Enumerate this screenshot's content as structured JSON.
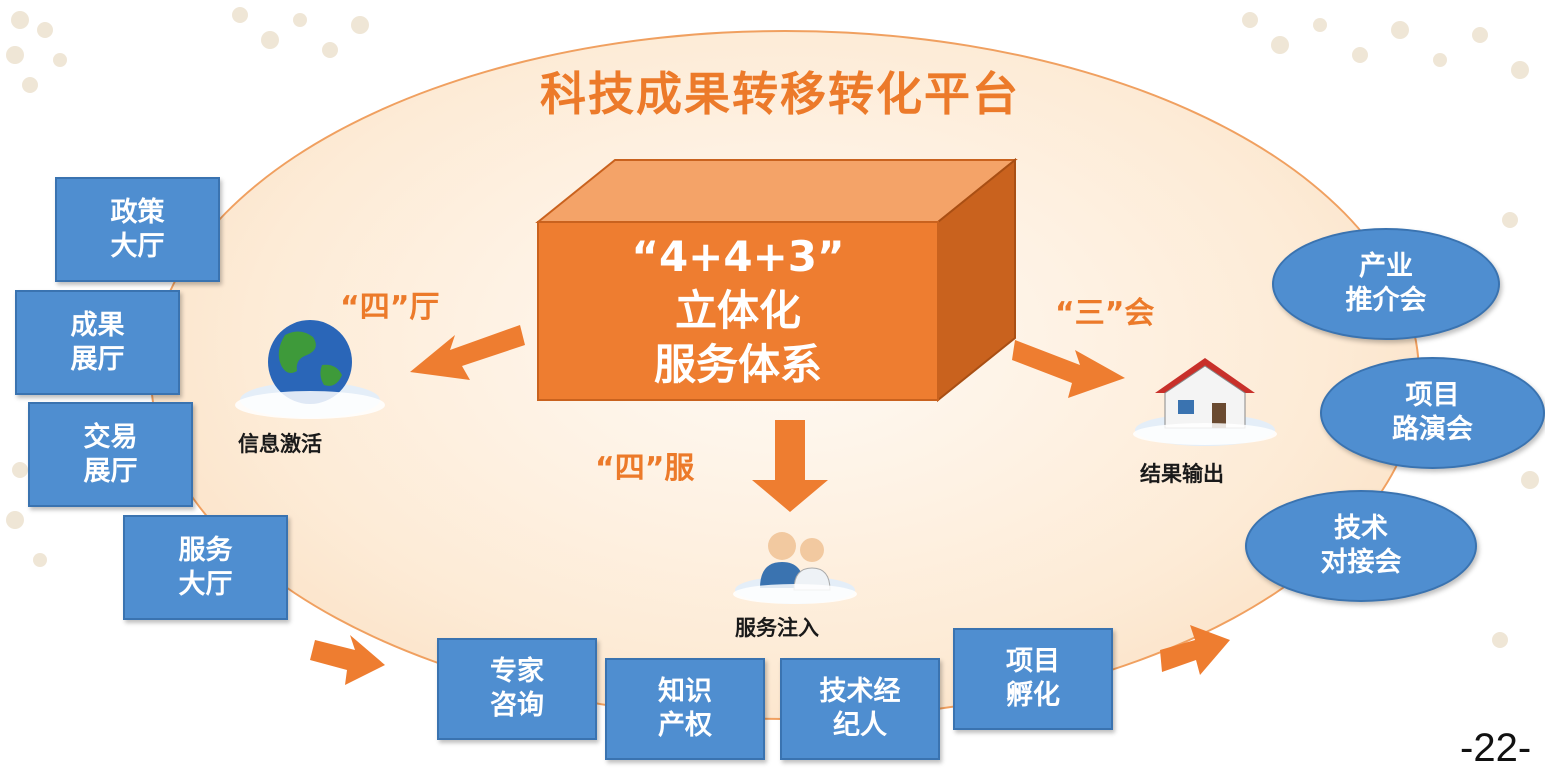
{
  "title": "科技成果转移转化平台",
  "center": {
    "line1": "“4+4+3”",
    "line2": "立体化",
    "line3": "服务体系"
  },
  "labels": {
    "left": "“四”厅",
    "right": "“三”会",
    "down": "“四”服"
  },
  "captions": {
    "globe": "信息激活",
    "house": "结果输出",
    "people": "服务注入"
  },
  "halls": [
    {
      "line1": "政策",
      "line2": "大厅"
    },
    {
      "line1": "成果",
      "line2": "展厅"
    },
    {
      "line1": "交易",
      "line2": "展厅"
    },
    {
      "line1": "服务",
      "line2": "大厅"
    }
  ],
  "services": [
    {
      "line1": "专家",
      "line2": "咨询"
    },
    {
      "line1": "知识",
      "line2": "产权"
    },
    {
      "line1": "技术经",
      "line2": "纪人"
    },
    {
      "line1": "项目",
      "line2": "孵化"
    }
  ],
  "meetings": [
    {
      "line1": "产业",
      "line2": "推介会"
    },
    {
      "line1": "项目",
      "line2": "路演会"
    },
    {
      "line1": "技术",
      "line2": "对接会"
    }
  ],
  "page_number": "-22-",
  "colors": {
    "accent_orange": "#ec7a2a",
    "box_blue": "#4f8ed0",
    "cube_front": "#ee7d30",
    "ellipse_border": "#f0a060"
  }
}
